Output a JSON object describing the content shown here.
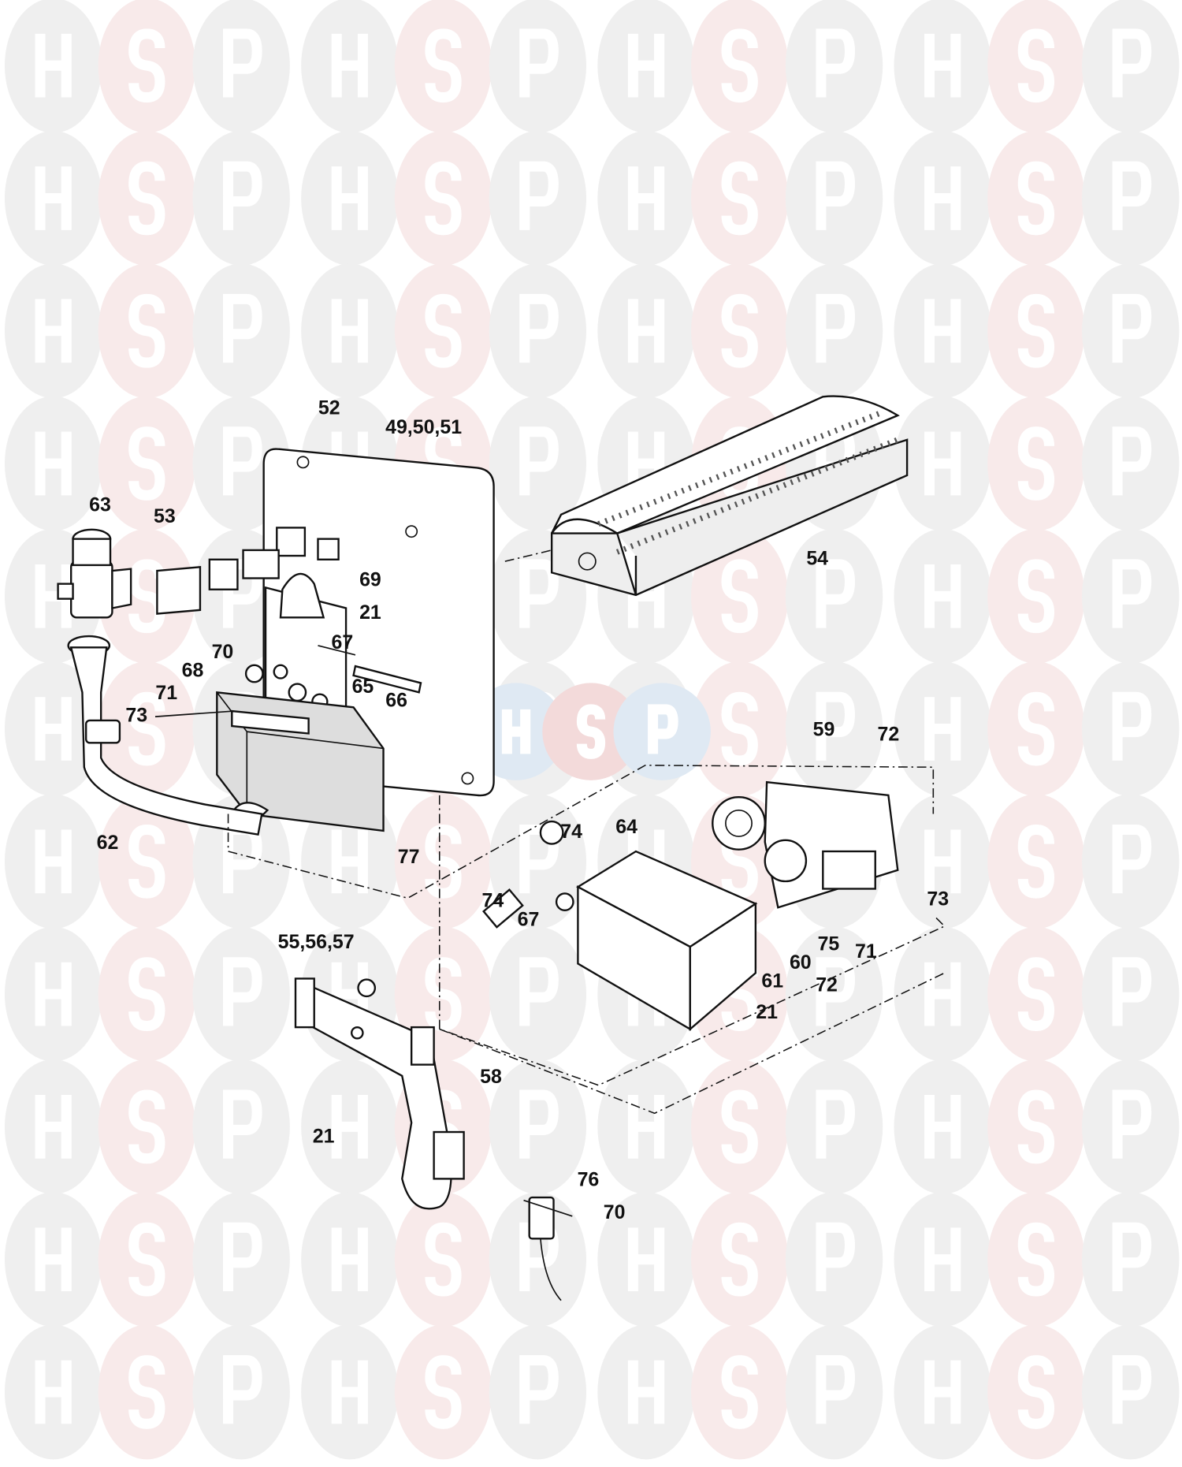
{
  "watermark": {
    "letters": [
      "H",
      "S",
      "P"
    ],
    "colors": {
      "grey": "#efefef",
      "pink": "#f8eaea",
      "center_blue": "#dfe9f3",
      "center_pink": "#f3dada"
    }
  },
  "labels": {
    "l52": "52",
    "l49_50_51": "49,50,51",
    "l63": "63",
    "l53": "53",
    "l54": "54",
    "l69": "69",
    "l21a": "21",
    "l67a": "67",
    "l70a": "70",
    "l68": "68",
    "l71a": "71",
    "l73a": "73",
    "l65": "65",
    "l66": "66",
    "l59": "59",
    "l72a": "72",
    "l62": "62",
    "l77": "77",
    "l74a": "74",
    "l64": "64",
    "l67b": "67",
    "l74b": "74",
    "l61": "61",
    "l60": "60",
    "l75": "75",
    "l73b": "73",
    "l71b": "71",
    "l72b": "72",
    "l21b": "21",
    "l55_56_57": "55,56,57",
    "l58": "58",
    "l21c": "21",
    "l76": "76",
    "l70b": "70"
  }
}
